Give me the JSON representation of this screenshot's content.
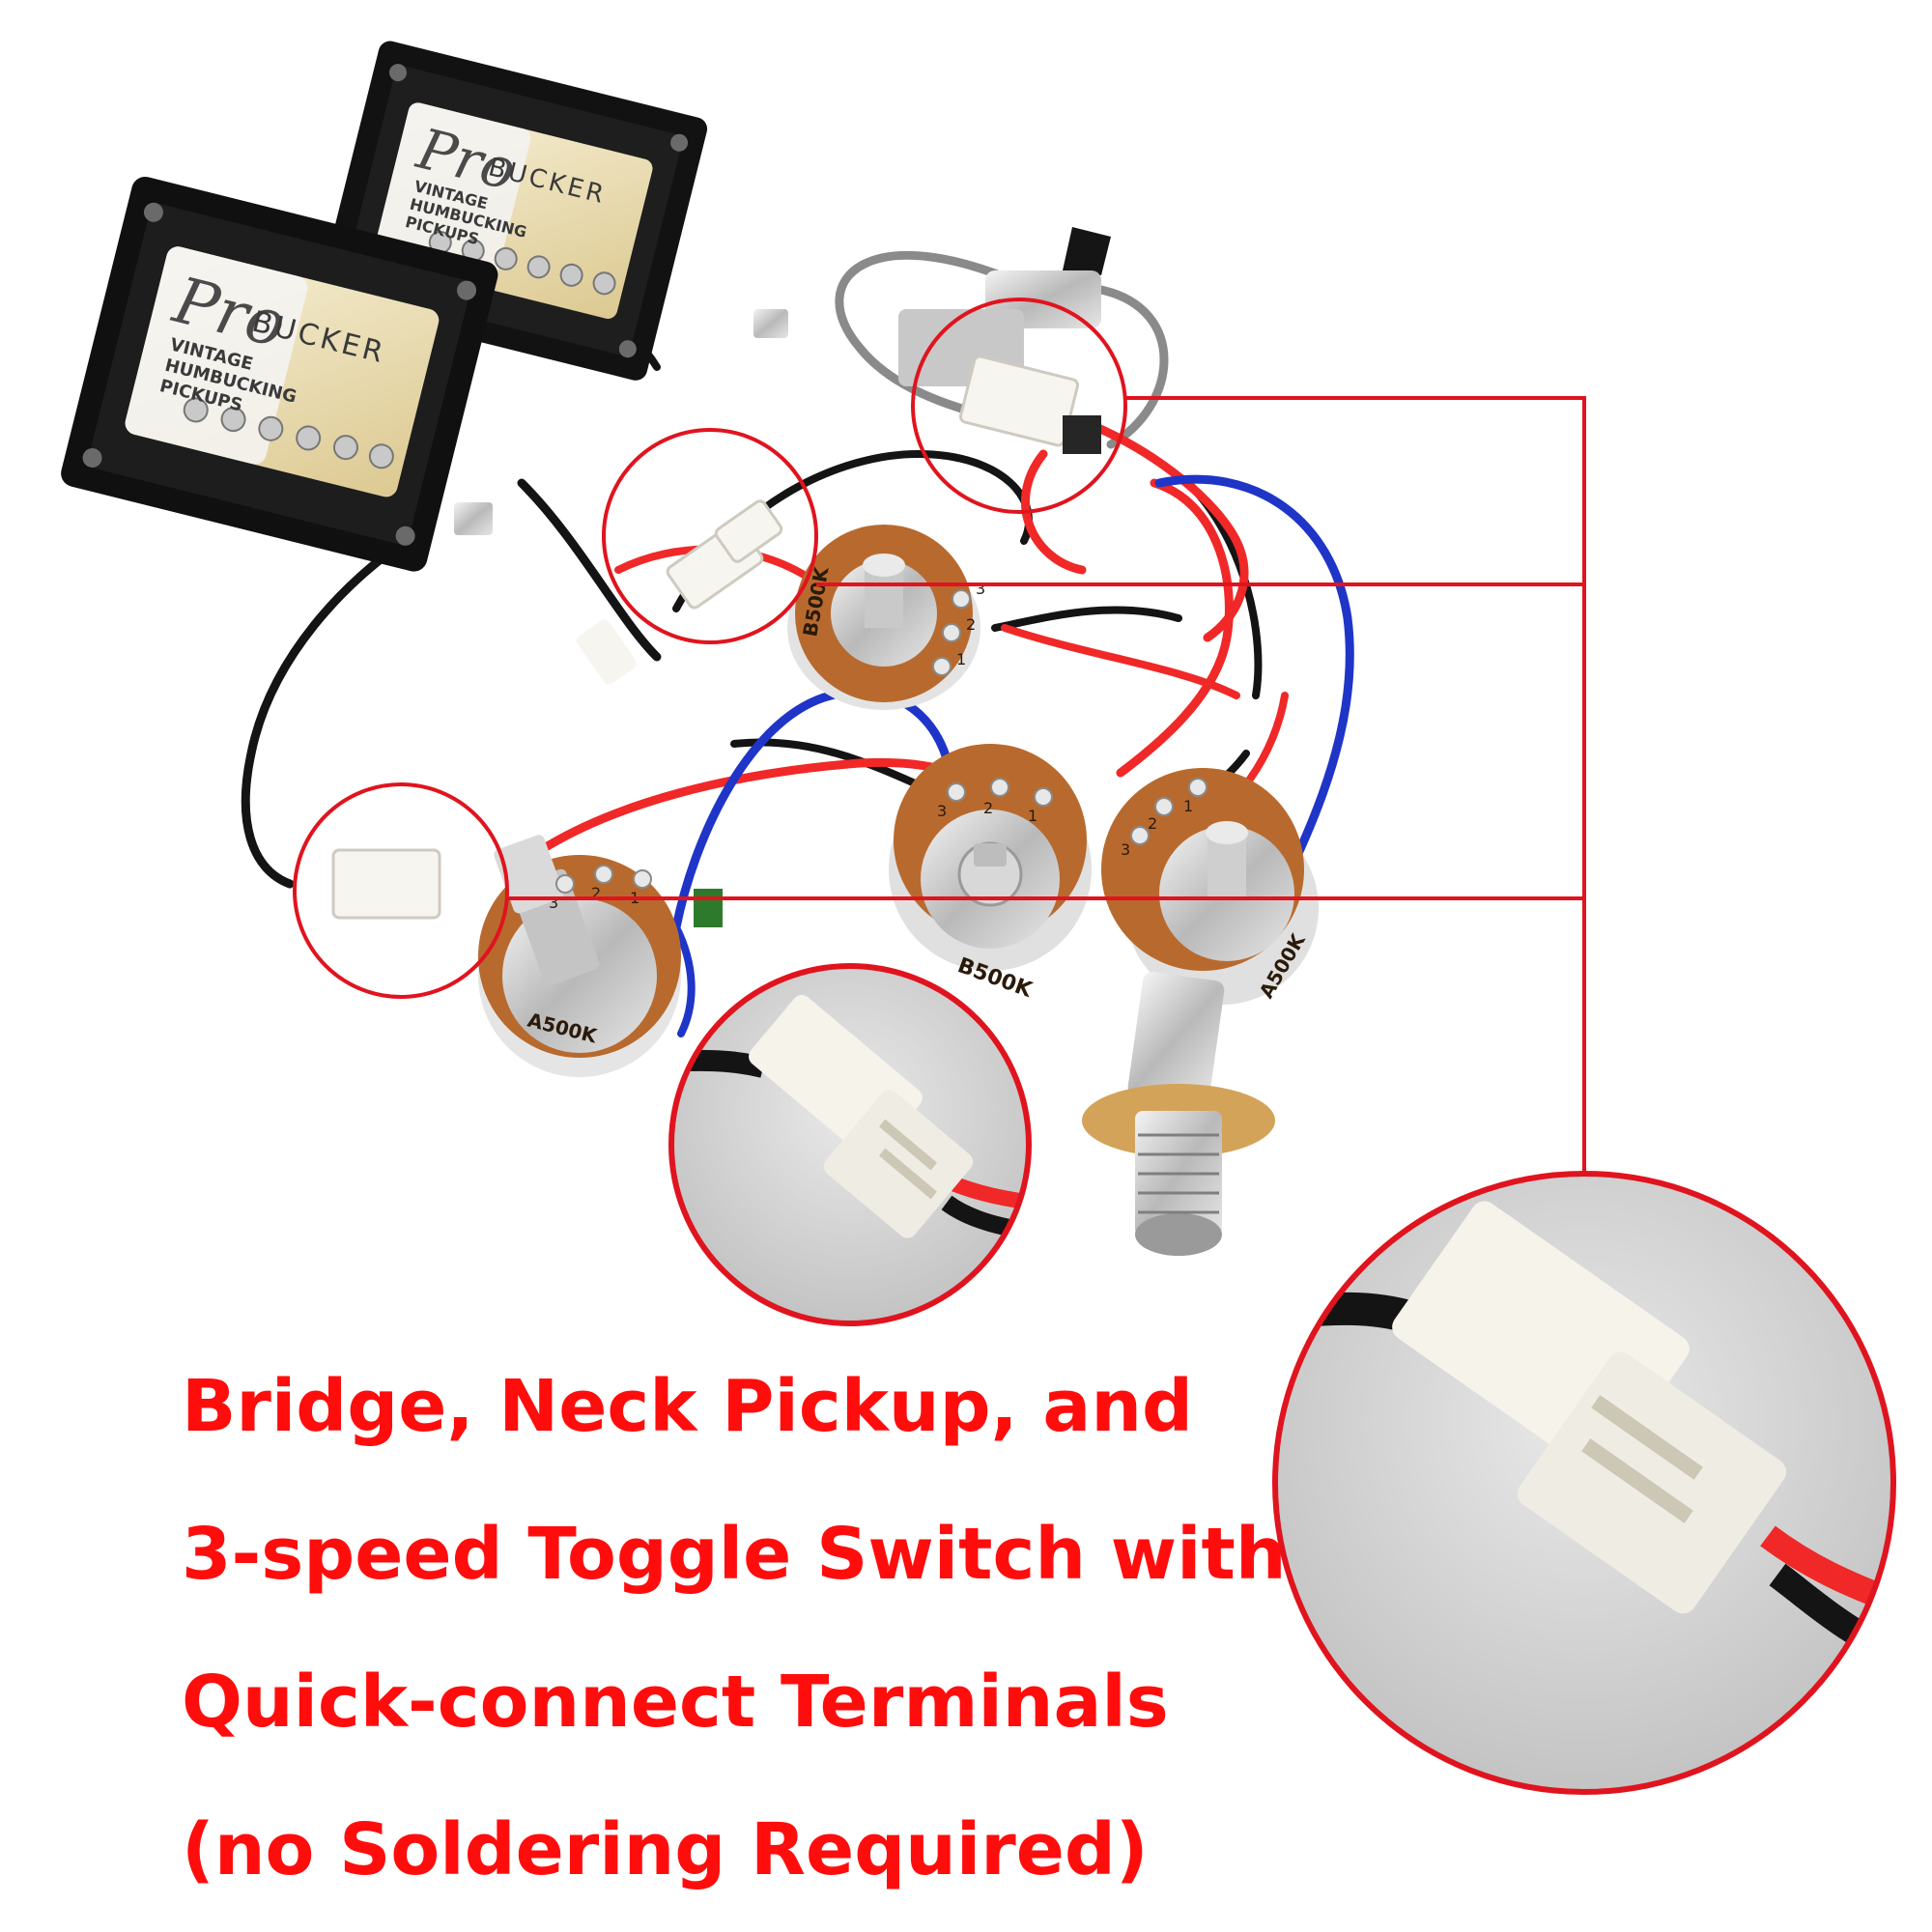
{
  "pickups": [
    {
      "brand": "Pro",
      "model": "BUCKER",
      "lines": [
        "VINTAGE",
        "HUMBUCKING",
        "PICKUPS"
      ]
    },
    {
      "brand": "Pro",
      "model": "BUCKER",
      "lines": [
        "VINTAGE",
        "HUMBUCKING",
        "PICKUPS"
      ]
    }
  ],
  "pots": [
    {
      "label": "B500K",
      "terminals": [
        "3",
        "2",
        "1"
      ]
    },
    {
      "label": "B500K",
      "terminals": [
        "3",
        "2",
        "1"
      ]
    },
    {
      "label": "A500K",
      "terminals": [
        "3",
        "2",
        "1"
      ]
    },
    {
      "label": "A500K",
      "terminals": [
        "3",
        "2",
        "1"
      ]
    }
  ],
  "caption": {
    "lines": [
      "Bridge, Neck Pickup, and",
      "3-speed Toggle Switch with",
      "Quick-connect Terminals",
      "(no Soldering Required)"
    ],
    "color": "#ff0d0d"
  },
  "colors": {
    "callout": "#e0141e",
    "wire_red": "#f02828",
    "wire_blue": "#1f35c8",
    "wire_black": "#141414",
    "wire_grey": "#8a8a8a",
    "pot_board": "#b86a2e",
    "pickup_cover": "#ece2c2"
  }
}
